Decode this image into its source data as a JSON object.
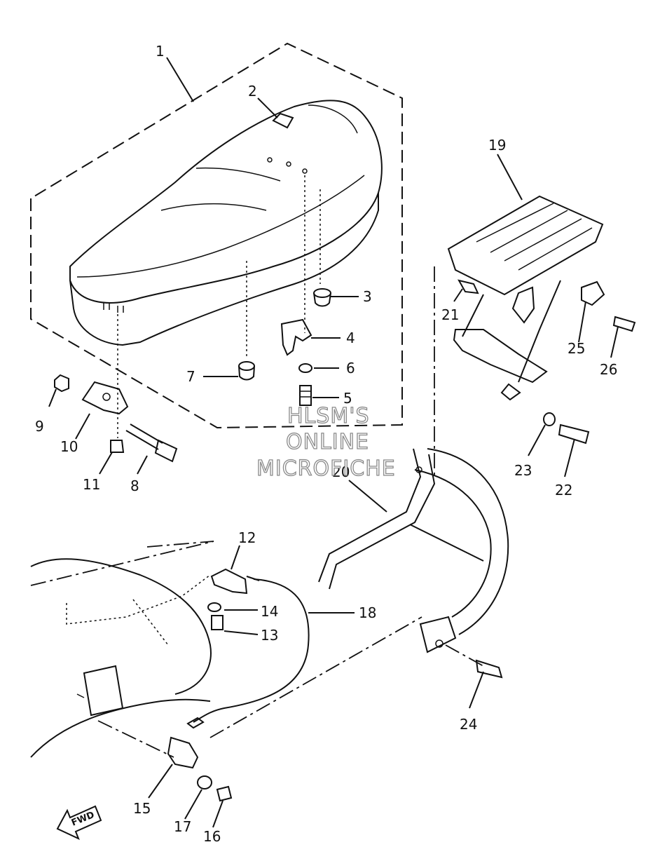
{
  "diagram": {
    "parts": [
      {
        "id": "1",
        "label": "1"
      },
      {
        "id": "2",
        "label": "2"
      },
      {
        "id": "3",
        "label": "3"
      },
      {
        "id": "4",
        "label": "4"
      },
      {
        "id": "5",
        "label": "5"
      },
      {
        "id": "6",
        "label": "6"
      },
      {
        "id": "7",
        "label": "7"
      },
      {
        "id": "8",
        "label": "8"
      },
      {
        "id": "9",
        "label": "9"
      },
      {
        "id": "10",
        "label": "10"
      },
      {
        "id": "11",
        "label": "11"
      },
      {
        "id": "12",
        "label": "12"
      },
      {
        "id": "13",
        "label": "13"
      },
      {
        "id": "14",
        "label": "14"
      },
      {
        "id": "15",
        "label": "15"
      },
      {
        "id": "16",
        "label": "16"
      },
      {
        "id": "17",
        "label": "17"
      },
      {
        "id": "18",
        "label": "18"
      },
      {
        "id": "19",
        "label": "19"
      },
      {
        "id": "20",
        "label": "20"
      },
      {
        "id": "21",
        "label": "21"
      },
      {
        "id": "22",
        "label": "22"
      },
      {
        "id": "23",
        "label": "23"
      },
      {
        "id": "24",
        "label": "24"
      },
      {
        "id": "25",
        "label": "25"
      },
      {
        "id": "26",
        "label": "26"
      }
    ],
    "watermark": [
      "HLSM'S",
      "ONLINE",
      "MICROFICHE"
    ],
    "direction_arrow": "FWD"
  }
}
